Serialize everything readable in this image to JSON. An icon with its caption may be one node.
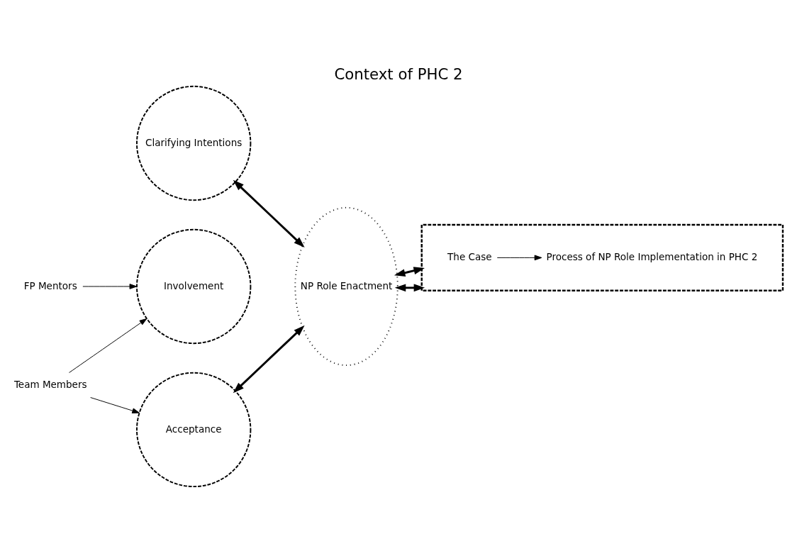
{
  "diagram": {
    "title": "Context of PHC 2",
    "nodes": [
      {
        "text": [
          "Clarifying Intentions"
        ]
      },
      {
        "text": [
          "Involvement"
        ]
      },
      {
        "text": [
          "Acceptance"
        ]
      },
      {
        "text": [
          "NP Role Enactment"
        ]
      },
      {
        "text": [],
        "shape": "box"
      },
      {
        "text": [
          "The Case"
        ],
        "in": 4
      },
      {
        "text": [
          "Process of NP Role Implementation in PHC 2"
        ],
        "in": 4
      },
      {
        "text": [
          "Team Members"
        ]
      },
      {
        "text": [
          "FP Mentors"
        ]
      }
    ],
    "edges": [
      {
        "from": 0,
        "to": 3,
        "arrow": "both",
        "style": "thick"
      },
      {
        "from": 2,
        "to": 3,
        "arrow": "both",
        "style": "thick"
      },
      {
        "from": 3,
        "to": 4,
        "arrow": "both",
        "style": "thick"
      },
      {
        "from": 3,
        "to": 4,
        "arrow": "both",
        "style": "thick"
      },
      {
        "from": 5,
        "to": 6,
        "arrow": "to"
      },
      {
        "from": 8,
        "to": 1,
        "arrow": "to"
      },
      {
        "from": 7,
        "to": 1,
        "arrow": "to"
      },
      {
        "from": 7,
        "to": 2,
        "arrow": "to"
      }
    ]
  }
}
